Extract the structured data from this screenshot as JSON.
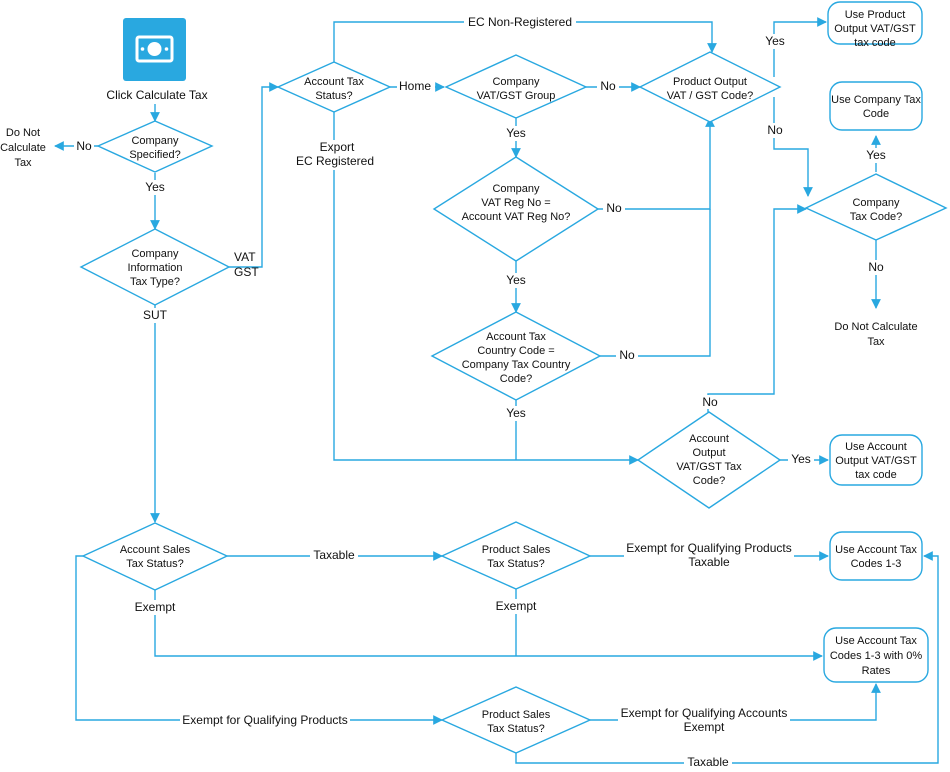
{
  "diagram": {
    "start": {
      "label": "Click Calculate Tax",
      "icon": "money-icon"
    },
    "nodes": {
      "company_specified": [
        "Company",
        "Specified?"
      ],
      "do_not_calc_left": [
        "Do Not",
        "Calculate",
        "Tax"
      ],
      "company_info_tax_type": [
        "Company",
        "Information",
        "Tax Type?"
      ],
      "account_tax_status": [
        "Account Tax",
        "Status?"
      ],
      "company_vat_group": [
        "Company",
        "VAT/GST Group"
      ],
      "product_output_vat": [
        "Product Output",
        "VAT / GST Code?"
      ],
      "use_product_output": [
        "Use Product",
        "Output VAT/GST",
        "tax code"
      ],
      "use_company_tax_code": [
        "Use Company Tax",
        "Code"
      ],
      "company_vat_reg_no": [
        "Company",
        "VAT Reg No =",
        "Account VAT Reg No?"
      ],
      "company_tax_code": [
        "Company",
        "Tax Code?"
      ],
      "do_not_calc_right": [
        "Do Not Calculate",
        "Tax"
      ],
      "account_tax_country": [
        "Account Tax",
        "Country Code =",
        "Company Tax Country",
        "Code?"
      ],
      "account_output_vat": [
        "Account",
        "Output",
        "VAT/GST Tax",
        "Code?"
      ],
      "use_account_output": [
        "Use Account",
        "Output VAT/GST",
        "tax code"
      ],
      "account_sales_tax_status": [
        "Account Sales",
        "Tax Status?"
      ],
      "product_sales_tax_status_1": [
        "Product Sales",
        "Tax Status?"
      ],
      "use_account_tax_codes": [
        "Use Account Tax",
        "Codes 1-3"
      ],
      "use_account_tax_codes_zero": [
        "Use Account Tax",
        "Codes 1-3 with 0%",
        "Rates"
      ],
      "product_sales_tax_status_2": [
        "Product Sales",
        "Tax Status?"
      ]
    },
    "labels": {
      "no_company": "No",
      "yes_company": "Yes",
      "vat_gst": [
        "VAT",
        "GST"
      ],
      "sut": "SUT",
      "ec_non_registered": "EC Non-Registered",
      "home": "Home",
      "export_ec": [
        "Export",
        "EC Registered"
      ],
      "no_group": "No",
      "yes_group": "Yes",
      "yes_product_output": "Yes",
      "no_product_output": "No",
      "no_reg_no": "No",
      "yes_reg_no": "Yes",
      "yes_company_tax_code": "Yes",
      "no_company_tax_code": "No",
      "no_country": "No",
      "yes_country": "Yes",
      "no_account_output": "No",
      "yes_account_output": "Yes",
      "taxable_1": "Taxable",
      "exempt_1": "Exempt",
      "exempt_qualifying_products_taxable": [
        "Exempt for Qualifying Products",
        "Taxable"
      ],
      "exempt_2": "Exempt",
      "exempt_qualifying_products": "Exempt for Qualifying Products",
      "exempt_qualifying_accounts": [
        "Exempt for Qualifying Accounts",
        "Exempt"
      ],
      "taxable_2": "Taxable"
    },
    "colors": {
      "stroke": "#29a8e0",
      "icon_bg": "#29a8e0",
      "text": "#111111"
    }
  }
}
